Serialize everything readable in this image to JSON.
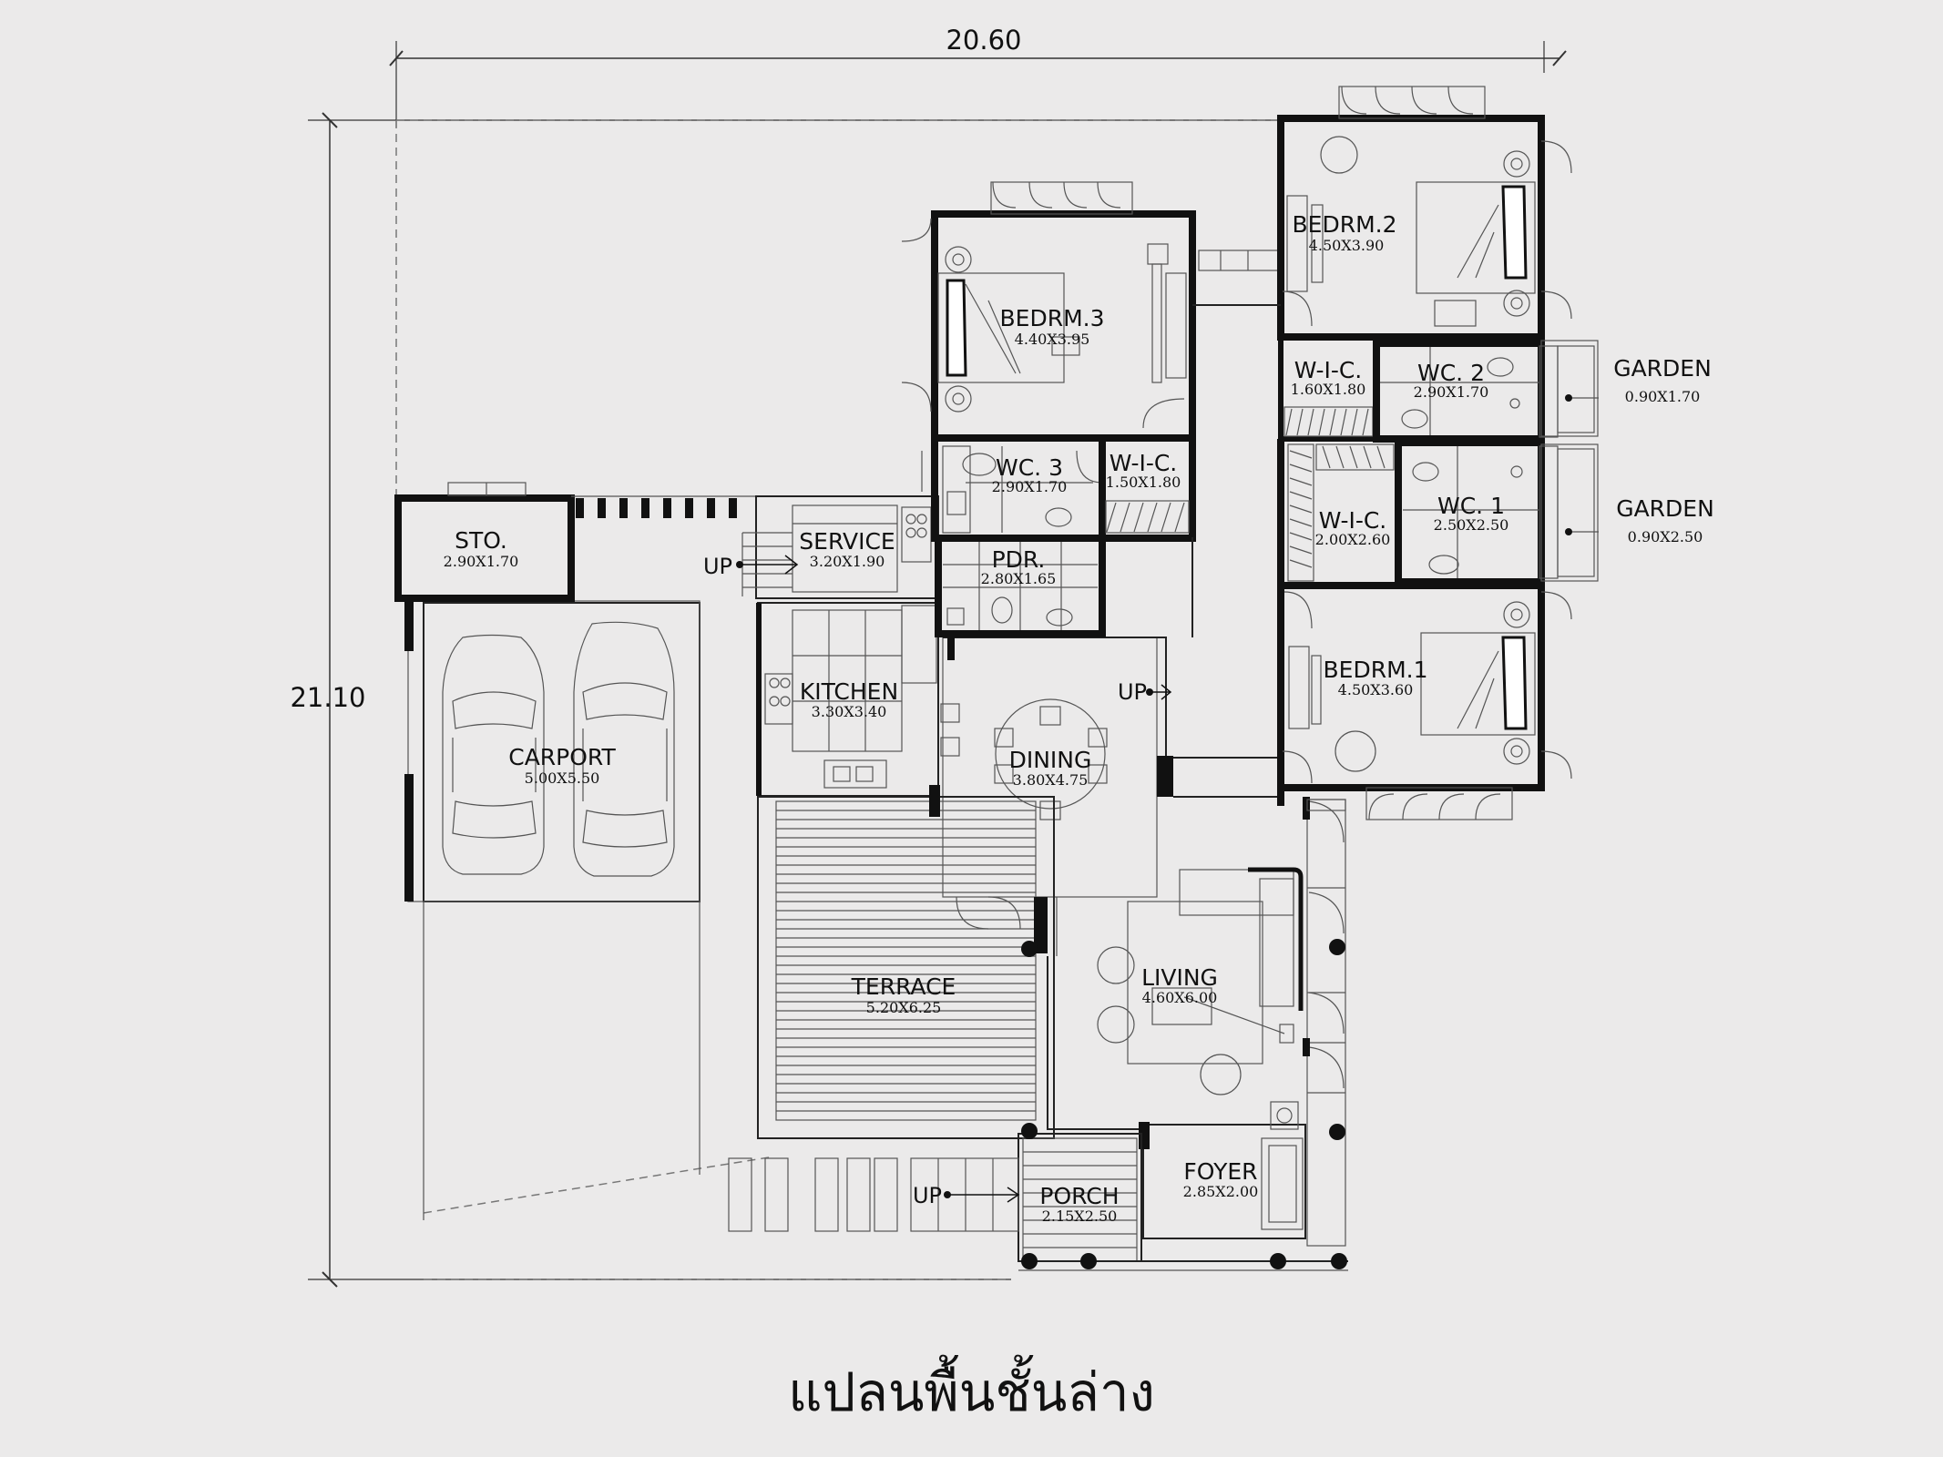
{
  "title": "แปลนพื้นชั้นล่าง",
  "dimensions": {
    "width": "20.60",
    "depth": "21.10"
  },
  "rooms": {
    "bedroom2": {
      "name": "BEDRM.2",
      "size": "4.50X3.90"
    },
    "bedroom3": {
      "name": "BEDRM.3",
      "size": "4.40X3.95"
    },
    "bedroom1": {
      "name": "BEDRM.1",
      "size": "4.50X3.60"
    },
    "wic_bed2": {
      "name": "W-I-C.",
      "size": "1.60X1.80"
    },
    "wc2": {
      "name": "WC. 2",
      "size": "2.90X1.70"
    },
    "garden_top": {
      "name": "GARDEN",
      "size": "0.90X1.70"
    },
    "wc3": {
      "name": "WC. 3",
      "size": "2.90X1.70"
    },
    "wic_bed3": {
      "name": "W-I-C.",
      "size": "1.50X1.80"
    },
    "wic_bed1": {
      "name": "W-I-C.",
      "size": "2.00X2.60"
    },
    "wc1": {
      "name": "WC. 1",
      "size": "2.50X2.50"
    },
    "garden_bottom": {
      "name": "GARDEN",
      "size": "0.90X2.50"
    },
    "storage": {
      "name": "STO.",
      "size": "2.90X1.70"
    },
    "service": {
      "name": "SERVICE",
      "size": "3.20X1.90"
    },
    "powder": {
      "name": "PDR.",
      "size": "2.80X1.65"
    },
    "kitchen": {
      "name": "KITCHEN",
      "size": "3.30X3.40"
    },
    "dining": {
      "name": "DINING",
      "size": "3.80X4.75"
    },
    "carport": {
      "name": "CARPORT",
      "size": "5.00X5.50"
    },
    "terrace": {
      "name": "TERRACE",
      "size": "5.20X6.25"
    },
    "living": {
      "name": "LIVING",
      "size": "4.60X6.00"
    },
    "foyer": {
      "name": "FOYER",
      "size": "2.85X2.00"
    },
    "porch": {
      "name": "PORCH",
      "size": "2.15X2.50"
    }
  },
  "stair_markers": {
    "service": "UP",
    "dining": "UP",
    "porch": "UP"
  }
}
